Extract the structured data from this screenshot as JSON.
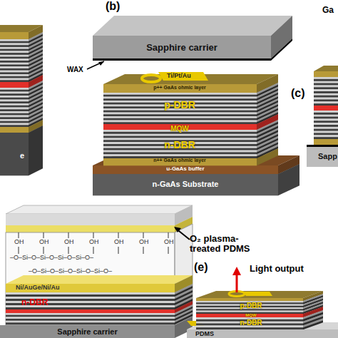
{
  "diagram": {
    "nodes": [
      {
        "text": [
          "Sapphire carrier"
        ]
      },
      {
        "text": [
          "Sapphire carrier"
        ]
      },
      {
        "text": [
          "PDMS"
        ]
      }
    ],
    "labels": [
      "(b)",
      "WAX",
      "Ti/Pt/Au",
      "p++ GaAs ohmic layer",
      "p-DBR",
      "MQW",
      "n-DBR",
      "n++ GaAs ohmic layer",
      "u-GaAs buffer",
      "n-GaAs Substrate",
      "(c)",
      "Ga",
      "Sapp",
      "e",
      "OH",
      "OH",
      "OH",
      "OH",
      "OH",
      "OH",
      "OH",
      "–O–Si–O–Si–O–Si–O–Si–O–",
      "–O–Si–O–Si–O–Si–O–Si–O–",
      "Ni/AuGe/Ni/Au",
      "n-DBR",
      "O₂ plasma-treated PDMS",
      "(e)",
      "Light output",
      "p-DBR",
      "MQW",
      "n-DBR"
    ]
  }
}
